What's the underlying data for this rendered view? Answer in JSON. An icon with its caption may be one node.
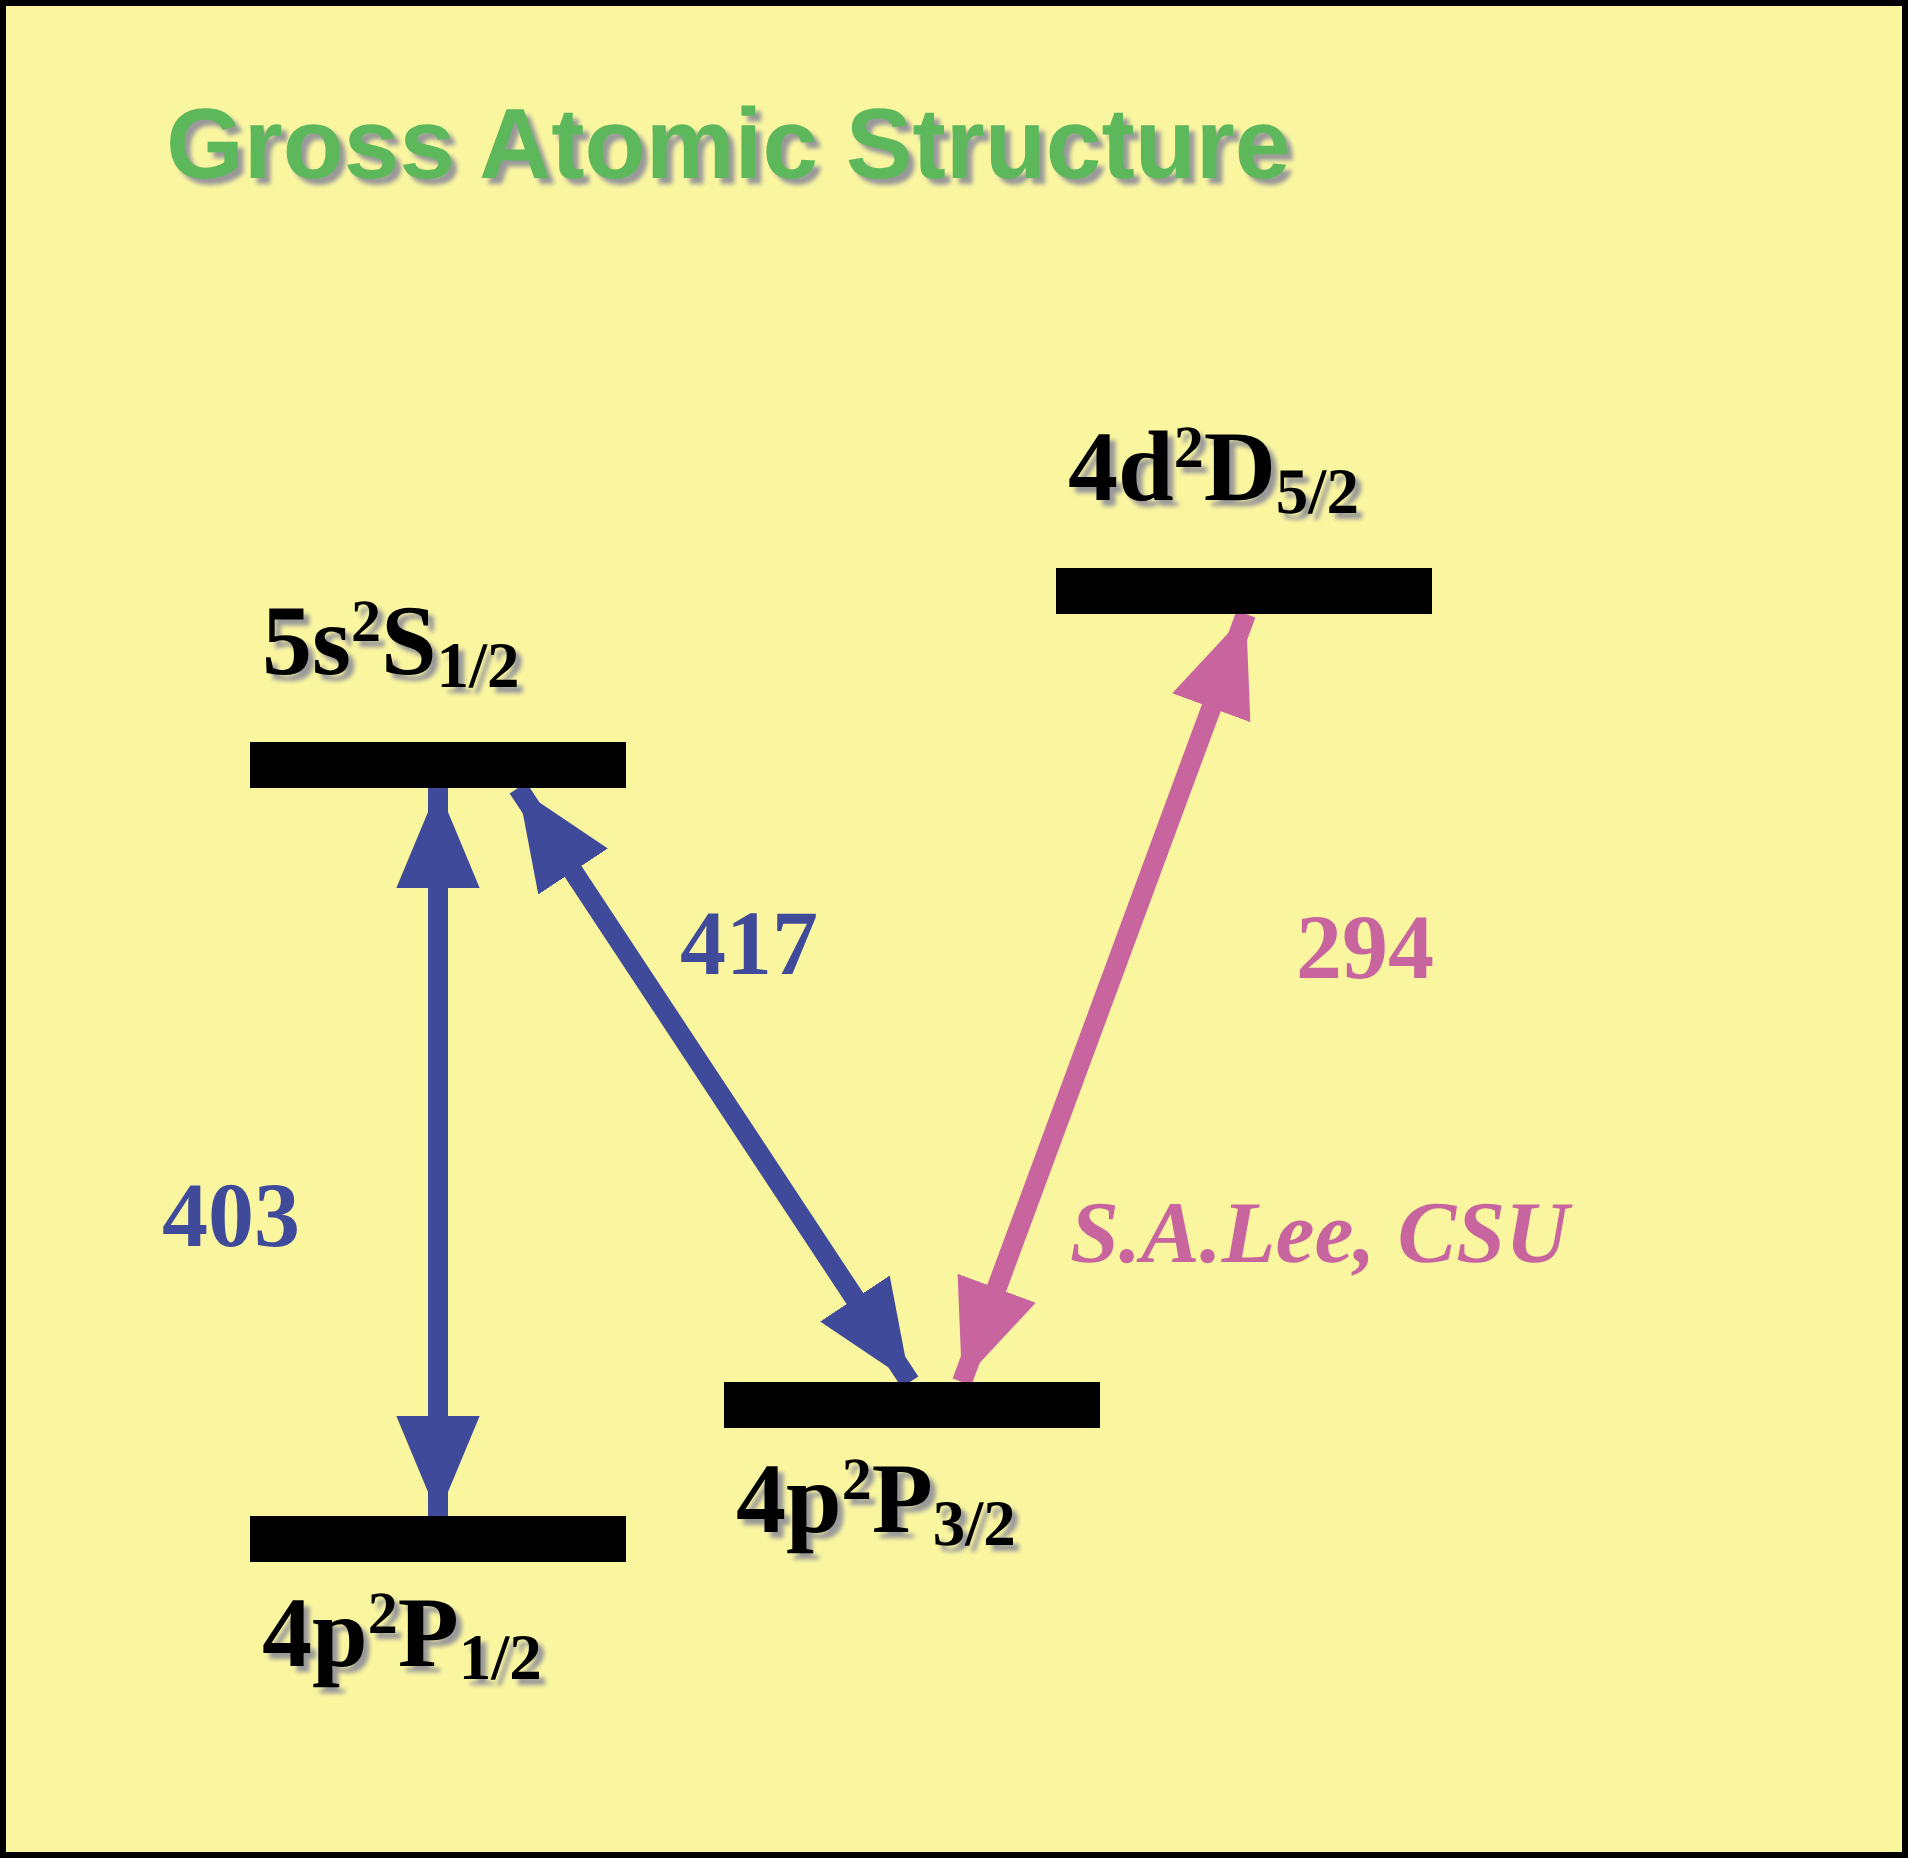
{
  "diagram": {
    "title": "Gross Atomic Structure",
    "nodes": [
      {
        "text": [
          "4d$^{2}$D$_{5/2}$"
        ]
      },
      {
        "text": [
          "5s$^{2}$S$_{1/2}$"
        ]
      },
      {
        "text": [
          "4p$^{2}$P$_{3/2}$"
        ]
      },
      {
        "text": [
          "4p$^{2}$P$_{1/2}$"
        ]
      }
    ],
    "edges": [
      {
        "from": 1,
        "to": 3,
        "arrow": "both",
        "label": "403"
      },
      {
        "from": 1,
        "to": 2,
        "arrow": "both",
        "label": "417"
      },
      {
        "from": 0,
        "to": 2,
        "arrow": "both",
        "label": "294",
        "color": "#c8649e"
      }
    ],
    "labels": [
      "S.A.Lee, CSU"
    ]
  }
}
